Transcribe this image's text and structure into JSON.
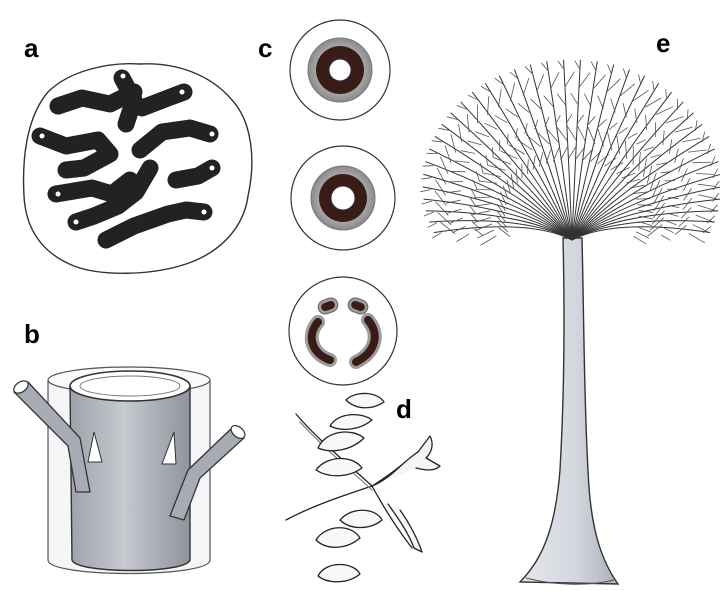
{
  "figure": {
    "panels": [
      {
        "id": "a",
        "label": "a",
        "subject": "cross-section-with-dark-strands"
      },
      {
        "id": "b",
        "label": "b",
        "subject": "trunk-segment-with-branches"
      },
      {
        "id": "c",
        "label": "c",
        "subject": "three-concentric-ring-sections"
      },
      {
        "id": "d",
        "label": "d",
        "subject": "leafy-branch-sprig"
      },
      {
        "id": "e",
        "label": "e",
        "subject": "whole-tree-reconstruction"
      }
    ],
    "colors": {
      "ink": "#222222",
      "strand_dark": "#111111",
      "ring_dark": "#3a1c17",
      "ring_gray": "#9a9a9a",
      "pencil_shade": "#b9bcc4",
      "background": "#ffffff"
    }
  }
}
